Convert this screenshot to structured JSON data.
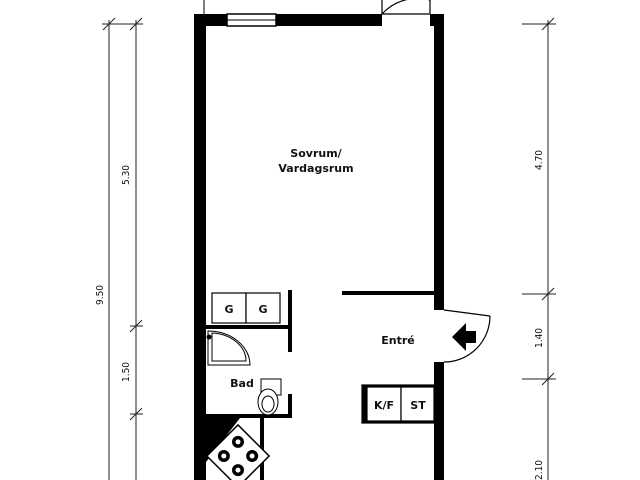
{
  "rooms": {
    "living_line1": "Sovrum/",
    "living_line2": "Vardagsrum",
    "entry": "Entré",
    "bath": "Bad"
  },
  "fixtures": {
    "wardrobe_1": "G",
    "wardrobe_2": "G",
    "fridge_freezer": "K/F",
    "storage": "ST"
  },
  "dimensions": {
    "left_total": "9.50",
    "left_upper": "5.30",
    "left_lower": "1.50",
    "right_upper": "4.70",
    "right_middle": "1.40",
    "right_lower": "2.10"
  },
  "colors": {
    "wall": "#000000",
    "line": "#222222",
    "background": "#ffffff"
  }
}
